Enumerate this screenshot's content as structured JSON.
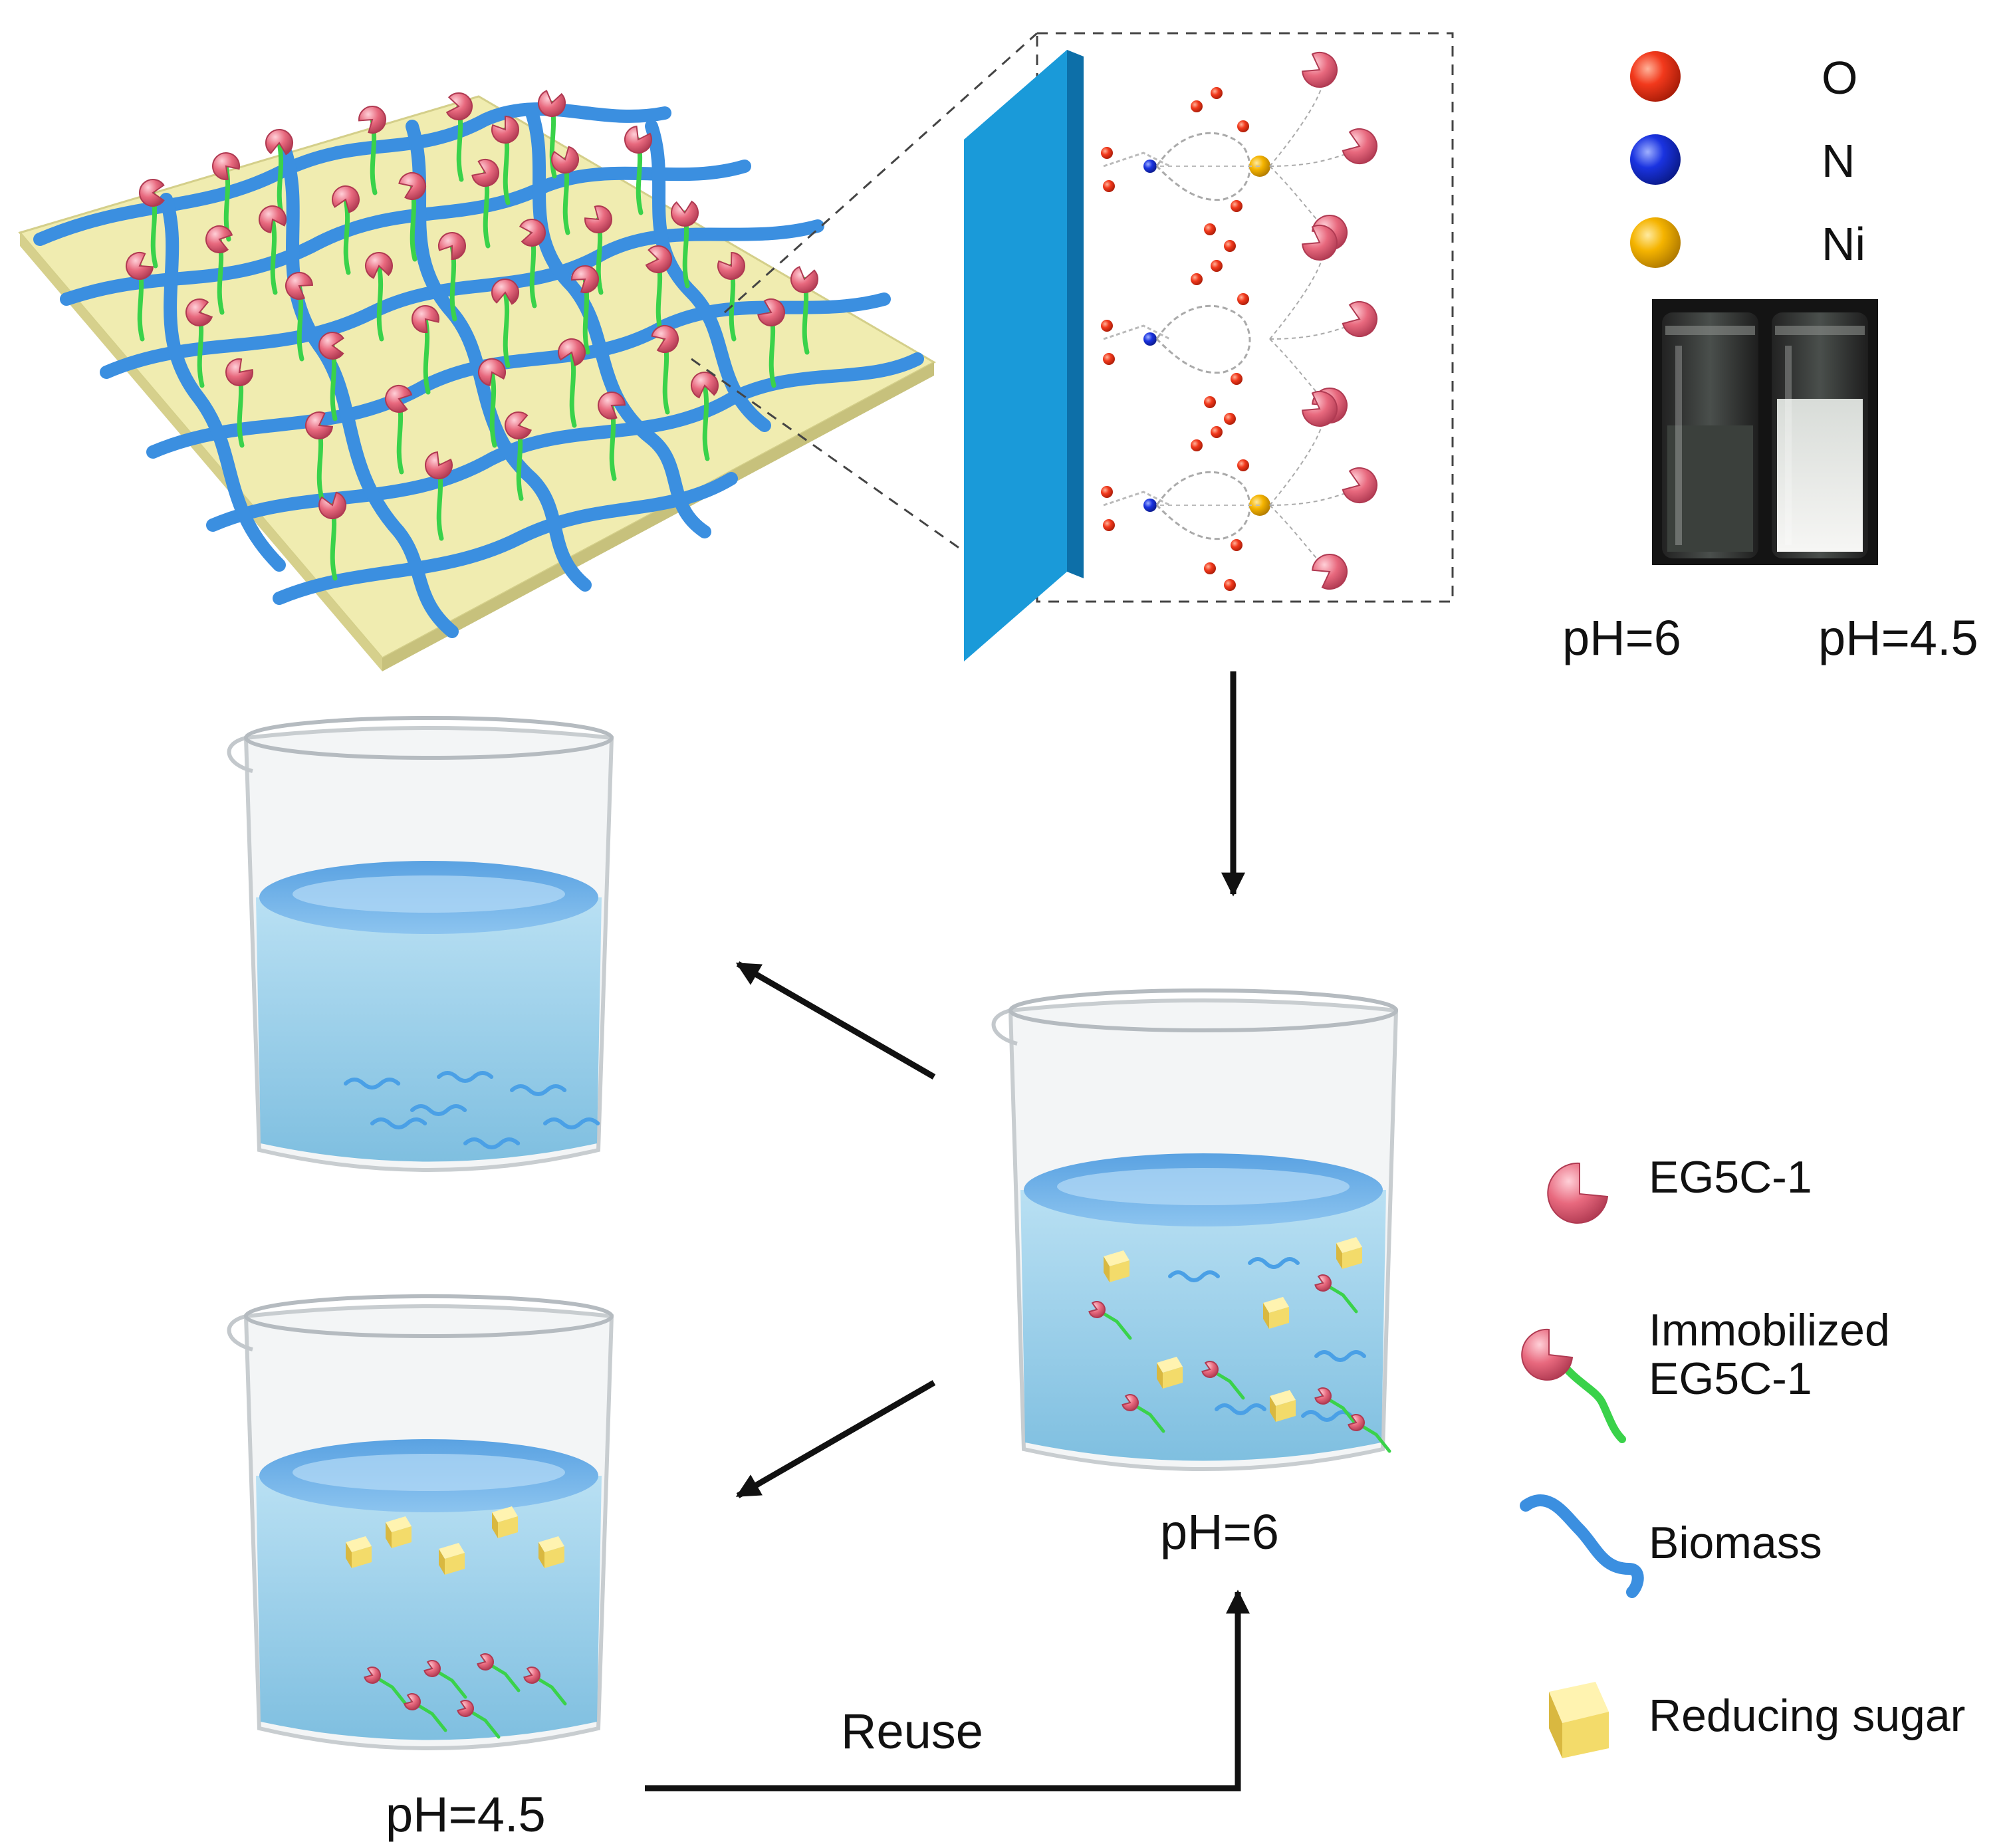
{
  "atom_legend": [
    {
      "symbol": "O",
      "color": "#f2391c"
    },
    {
      "symbol": "N",
      "color": "#1a33e0"
    },
    {
      "symbol": "Ni",
      "color": "#f5b400"
    }
  ],
  "photo_vials": {
    "left_label": "pH=6",
    "right_label": "pH=4.5"
  },
  "beakers": {
    "center_label": "pH=6",
    "bottom_left_label": "pH=4.5"
  },
  "reuse_arrow": {
    "label": "Reuse"
  },
  "component_legend": {
    "enzyme": "EG5C-1",
    "immobilized": "Immobilized\nEG5C-1",
    "biomass": "Biomass",
    "sugar": "Reducing sugar"
  },
  "colors": {
    "enzyme": "#e8697e",
    "linker": "#3ad24a",
    "polymer": "#3b8fe0",
    "membrane": "#1a9ad9",
    "substrate": "#f0ecb0",
    "sugar": "#f3db6a",
    "water": "#8fc8e6"
  }
}
